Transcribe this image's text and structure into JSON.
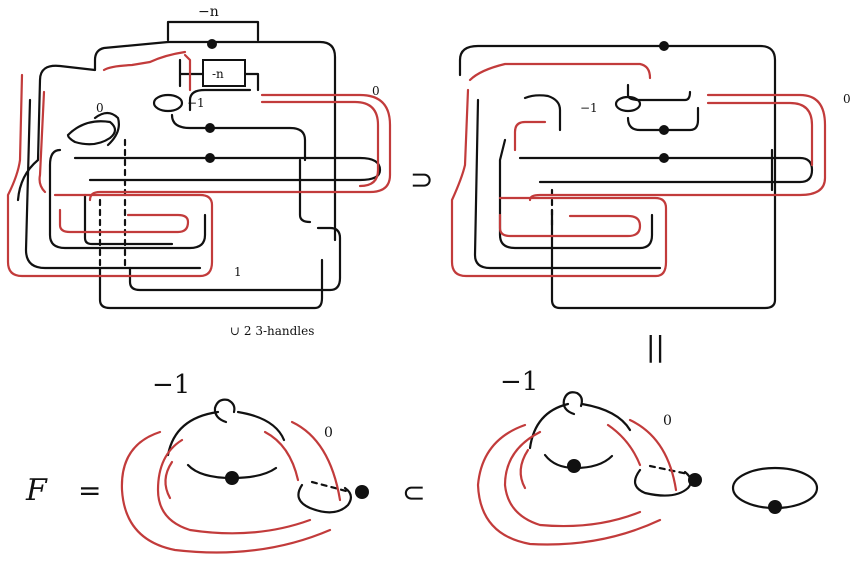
{
  "top_left": {
    "box_label": "-n",
    "over_box_label": "−n",
    "coeff_minus_one": "−1",
    "coeff_zero_left": "0",
    "coeff_zero_right": "0",
    "coeff_one": "1",
    "handles_note": "∪ 2  3-handles"
  },
  "top_right": {
    "coeff_minus_one": "−1",
    "coeff_zero": "0"
  },
  "relations": {
    "top_supset": "⊃",
    "equals_vertical": "||",
    "bottom_subset": "⊂",
    "bottom_equals": "="
  },
  "bottom_left": {
    "name": "F",
    "coeff_minus_one": "−1",
    "coeff_zero": "0"
  },
  "bottom_right": {
    "coeff_minus_one": "−1",
    "coeff_zero": "0"
  }
}
